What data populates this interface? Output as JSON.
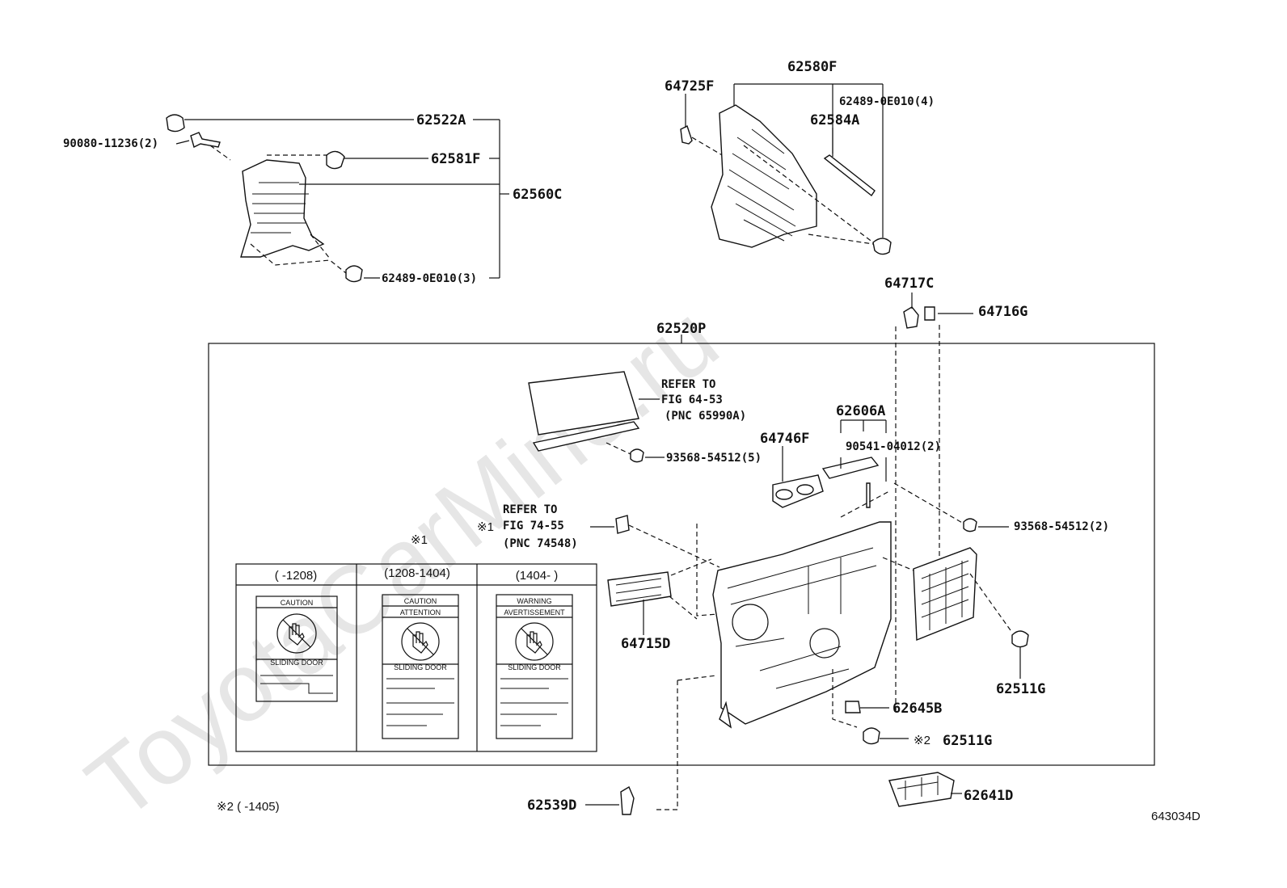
{
  "watermark": "ToyotaCarMine.ru",
  "drawing_id": "643034D",
  "parts": {
    "p62522A": "62522A",
    "p90080": "90080-11236(2)",
    "p62581F": "62581F",
    "p62560C": "62560C",
    "p62489_3": "62489-0E010(3)",
    "p62580F": "62580F",
    "p64725F": "64725F",
    "p62489_4": "62489-0E010(4)",
    "p62584A": "62584A",
    "p64717C": "64717C",
    "p64716G": "64716G",
    "p62520P": "62520P",
    "p62606A": "62606A",
    "p64746F": "64746F",
    "p90541": "90541-04012(2)",
    "p93568_5": "93568-54512(5)",
    "p93568_2": "93568-54512(2)",
    "p64715D": "64715D",
    "p62511G_a": "62511G",
    "p62645B": "62645B",
    "p62511G_b": "62511G",
    "p62539D": "62539D",
    "p62641D": "62641D"
  },
  "refers": {
    "r1_line1": "REFER TO",
    "r1_line2": "FIG 64-53",
    "r1_line3": "(PNC 65990A)",
    "r2_line1": "REFER TO",
    "r2_line2": "FIG 74-55",
    "r2_line3": "(PNC 74548)"
  },
  "notes": {
    "mark1": "※1",
    "mark1_small": "※1",
    "mark2": "※2",
    "footnote2": "※2 (      -1405)"
  },
  "label_table": {
    "columns": [
      {
        "period": "(      -1208)",
        "header": "CAUTION",
        "sub": "",
        "footer": "SLIDING DOOR"
      },
      {
        "period": "(1208-1404)",
        "header": "CAUTION",
        "sub": "ATTENTION",
        "footer": "SLIDING DOOR"
      },
      {
        "period": "(1404-      )",
        "header": "WARNING",
        "sub": "AVERTISSEMENT",
        "footer": "SLIDING DOOR"
      }
    ]
  }
}
